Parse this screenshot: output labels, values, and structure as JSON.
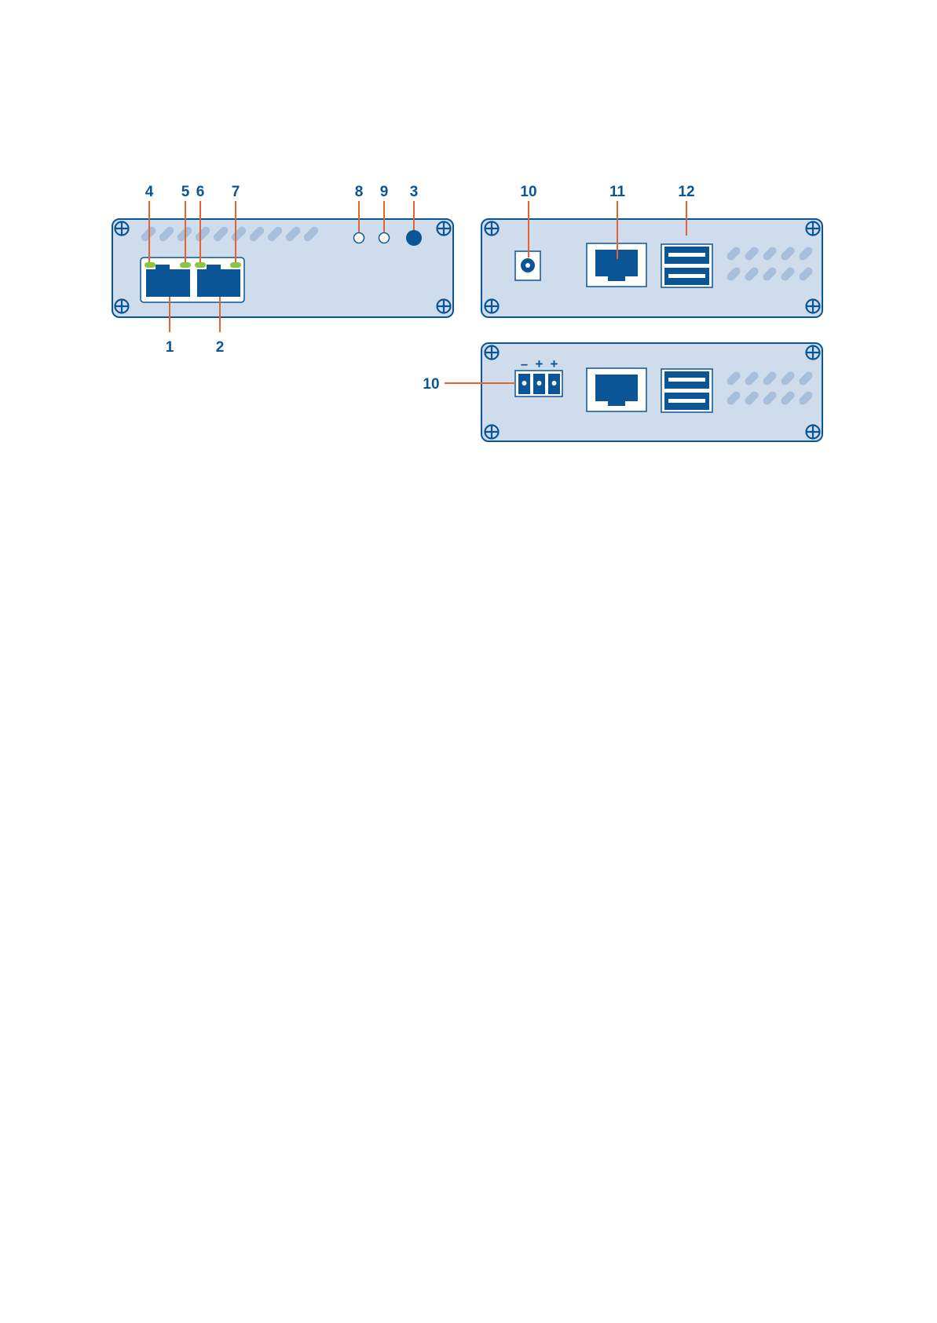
{
  "colors": {
    "panel_fill": "#cfdcec",
    "panel_stroke": "#0a5596",
    "port_fill": "#0a5596",
    "led_green": "#8cc63f",
    "leader_line": "#e8632b",
    "vent_slot": "#a7bfdb",
    "callout_text": "#0a5596"
  },
  "front_panel": {
    "callouts": {
      "c1": "1",
      "c2": "2",
      "c3": "3",
      "c4": "4",
      "c5": "5",
      "c6": "6",
      "c7": "7",
      "c8": "8",
      "c9": "9"
    },
    "parts": {
      "lan_port_1": "rj45-port",
      "lan_port_2": "rj45-port",
      "status_led_8": "led-indicator",
      "status_led_9": "led-indicator",
      "reset_button_3": "push-button"
    }
  },
  "rear_panel_dc": {
    "callouts": {
      "c10": "10",
      "c11": "11",
      "c12": "12"
    },
    "parts": {
      "power_jack": "dc-barrel-jack",
      "rj45": "rj45-port",
      "usb": "dual-usb-port"
    }
  },
  "rear_panel_terminal": {
    "callouts": {
      "c10": "10"
    },
    "terminal_signs": {
      "minus": "–",
      "plus1": "+",
      "plus2": "+"
    }
  },
  "icons": [
    "screw-icon",
    "vent-slot",
    "rj45-icon",
    "usb-icon",
    "dc-jack-icon",
    "terminal-block-icon"
  ]
}
